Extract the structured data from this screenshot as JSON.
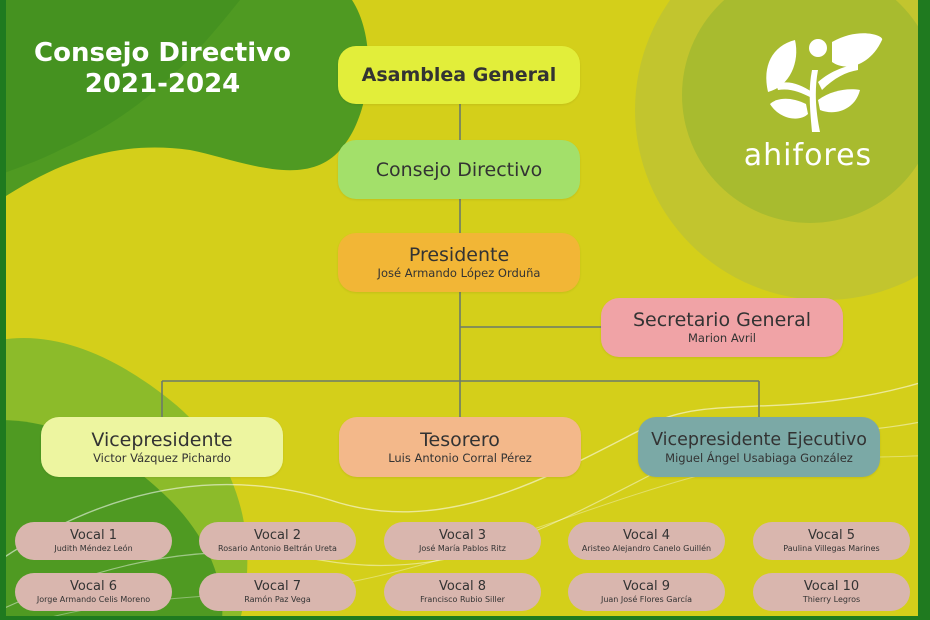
{
  "title": {
    "line1": "Consejo Directivo",
    "line2": "2021-2024"
  },
  "logo": {
    "name": "ahifores",
    "icon": "sprout-person-icon"
  },
  "nodes": {
    "asamblea": {
      "title": "Asamblea General",
      "color": "#e2ee3a"
    },
    "consejo": {
      "title": "Consejo Directivo",
      "color": "#a3e06a"
    },
    "presidente": {
      "title": "Presidente",
      "name": "José Armando López Orduña",
      "color": "#f2b636"
    },
    "secretario": {
      "title": "Secretario General",
      "name": "Marion Avril",
      "color": "#f0a3a6"
    },
    "vicepresidente": {
      "title": "Vicepresidente",
      "name": "Victor Vázquez Pichardo",
      "color": "#edf5a0"
    },
    "tesorero": {
      "title": "Tesorero",
      "name": "Luis Antonio Corral Pérez",
      "color": "#f3b88a"
    },
    "vice_ejecutivo": {
      "title": "Vicepresidente Ejecutivo",
      "name": "Miguel Ángel Usabiaga González",
      "color": "#7ba9a6"
    }
  },
  "vocales": [
    {
      "title": "Vocal 1",
      "name": "Judith Méndez León"
    },
    {
      "title": "Vocal 2",
      "name": "Rosario Antonio Beltrán Ureta"
    },
    {
      "title": "Vocal 3",
      "name": "José María Pablos Ritz"
    },
    {
      "title": "Vocal 4",
      "name": "Aristeo Alejandro Canelo Guillén"
    },
    {
      "title": "Vocal 5",
      "name": "Paulina Villegas Marines"
    },
    {
      "title": "Vocal 6",
      "name": "Jorge Armando Celis Moreno"
    },
    {
      "title": "Vocal 7",
      "name": "Ramón Paz Vega"
    },
    {
      "title": "Vocal 8",
      "name": "Francisco Rubio Siller"
    },
    {
      "title": "Vocal 9",
      "name": "Juan José Flores García"
    },
    {
      "title": "Vocal 10",
      "name": "Thierry Legros"
    }
  ],
  "colors": {
    "background": "#d4cf1a",
    "frame": "#1f7a1f",
    "vocal": "#d9b6ae"
  }
}
